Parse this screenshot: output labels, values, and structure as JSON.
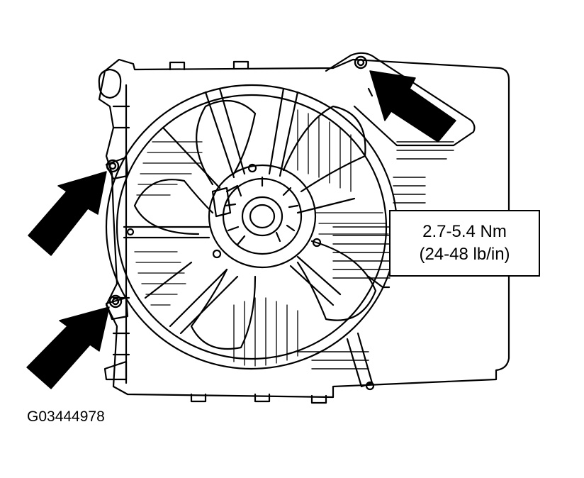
{
  "callout": {
    "line1": "2.7-5.4 Nm",
    "line2": "(24-48 lb/in)"
  },
  "figure": {
    "id": "G03444978"
  },
  "colors": {
    "stroke": "#000000",
    "background": "#ffffff"
  }
}
